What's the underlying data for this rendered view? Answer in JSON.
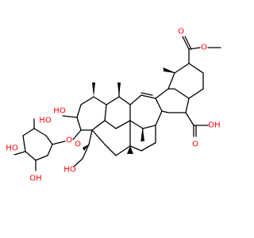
{
  "structure": {
    "colors": {
      "background": "#ffffff",
      "bond": "#000000",
      "oxygen": "#ff0000",
      "hydrogen_on_oxygen": "#ff0000"
    },
    "labels": {
      "ho_glycoside_upper": "HO",
      "ho_glycoside_lower": "HO",
      "oh_glycoside_right": "OH",
      "ring_oxygen": "O",
      "ho_c2": "HO",
      "ether_oxygen": "O",
      "ho_hydroxymethyl": "HO",
      "carbonyl_oxygen_ester": "O",
      "ester_oxygen": "O",
      "carboxylic_oh": "OH",
      "carbonyl_oxygen_acid": "O"
    },
    "stereo_h_count": 0,
    "methyl_wedges": 6
  }
}
